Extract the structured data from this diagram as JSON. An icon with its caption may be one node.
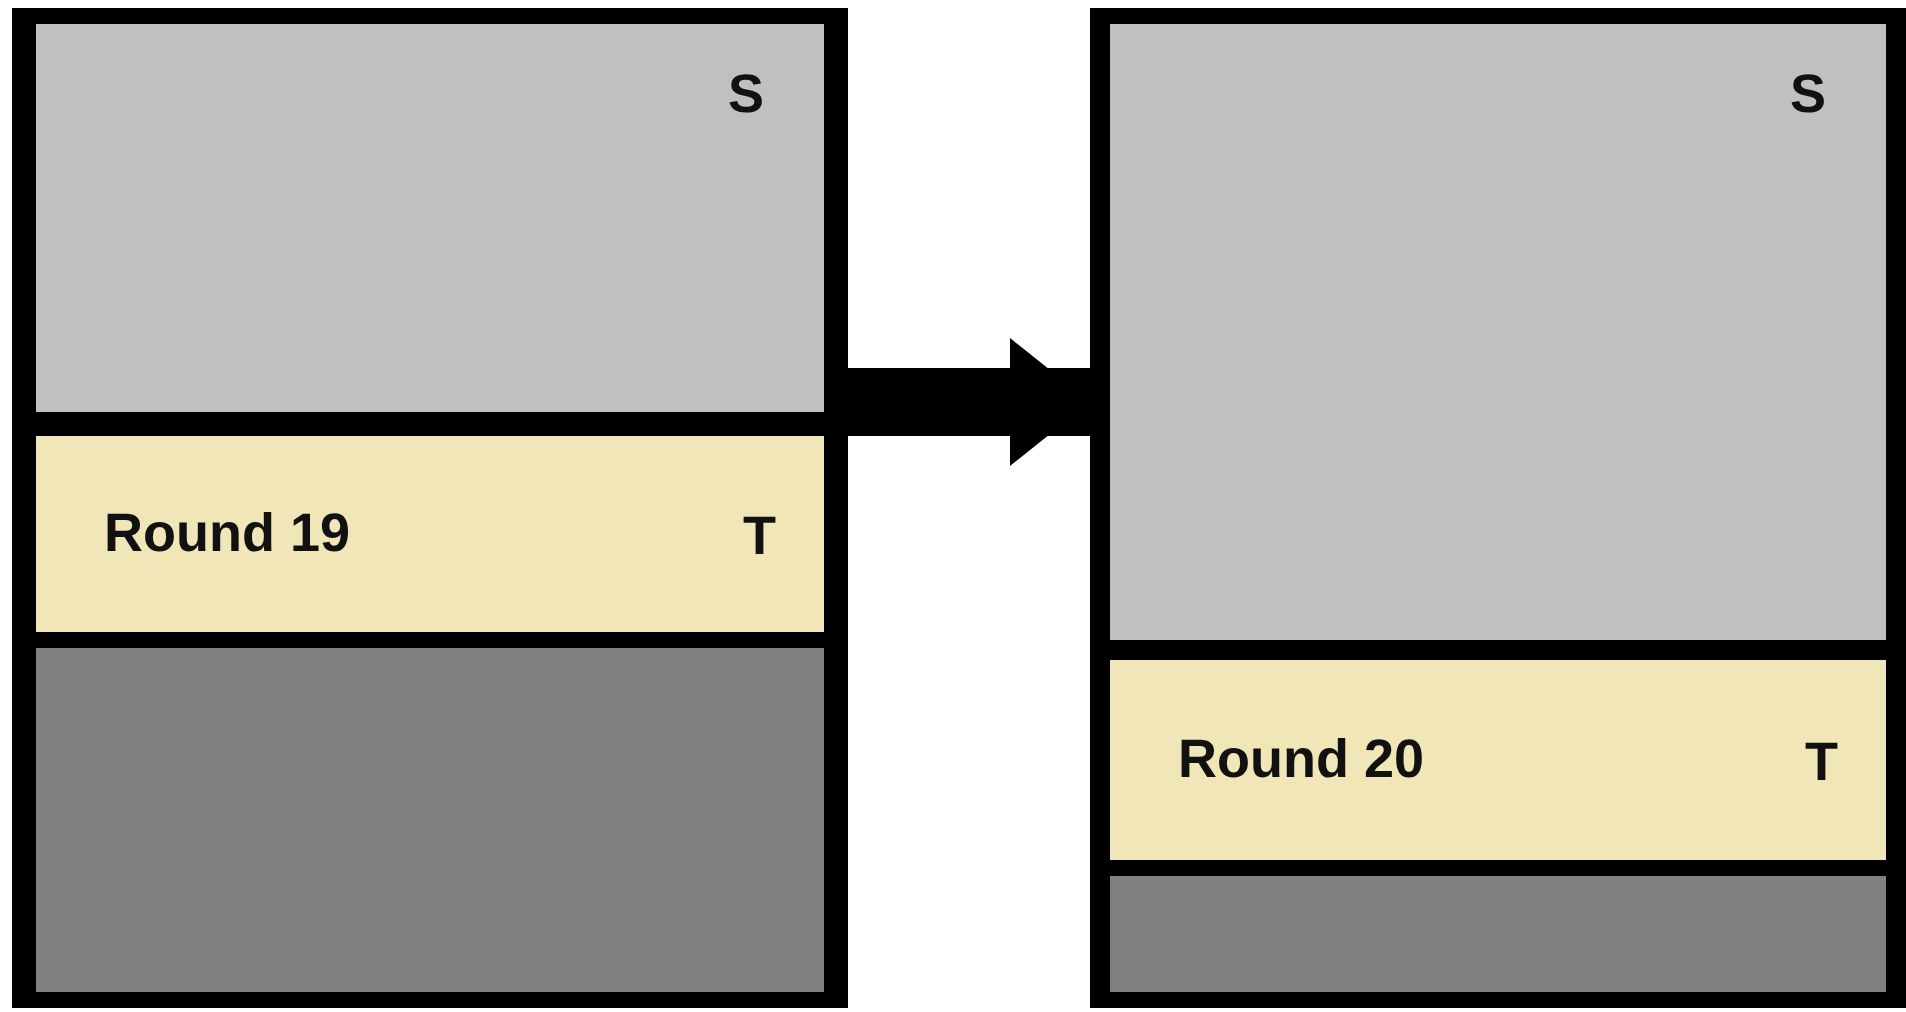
{
  "diagram": {
    "nodes": [
      {
        "text": [],
        "shape": "box"
      },
      {
        "text": [
          "S"
        ],
        "in": 0
      },
      {
        "text": [
          "Round 19",
          "T"
        ],
        "in": 0
      },
      {
        "text": [],
        "shape": "box",
        "in": 0
      },
      {
        "text": [],
        "shape": "box"
      },
      {
        "text": [
          "S"
        ],
        "in": 4
      },
      {
        "text": [
          "Round 20",
          "T"
        ],
        "in": 4
      },
      {
        "text": [],
        "shape": "box",
        "in": 4
      }
    ],
    "edges": [
      {
        "from": 0,
        "to": 4,
        "arrow": "to"
      }
    ]
  }
}
